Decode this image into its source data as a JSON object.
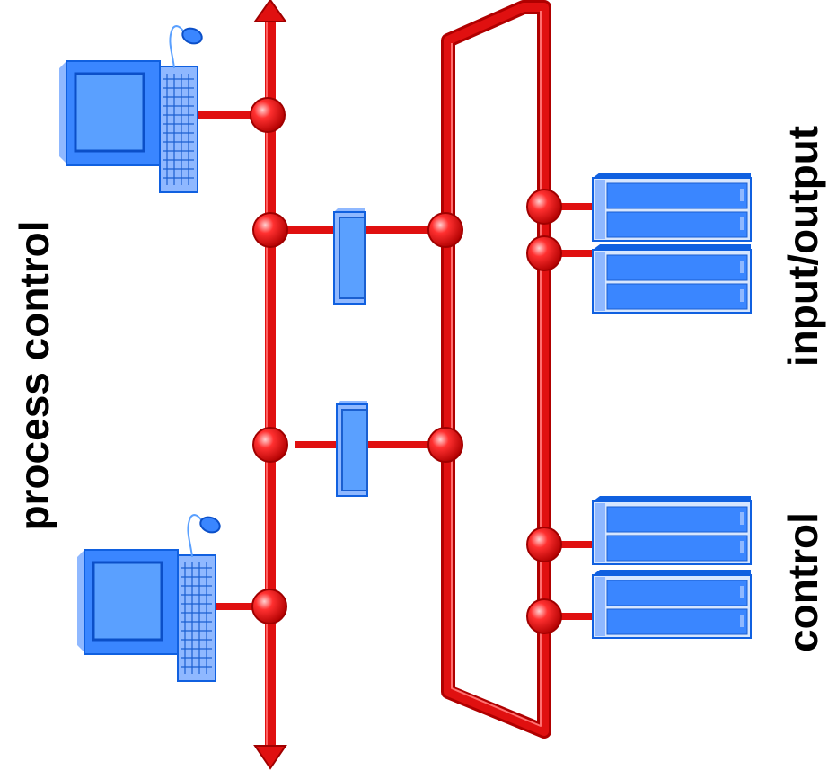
{
  "labels": {
    "left_vertical": "process control",
    "right_top_vertical": "input/output",
    "right_bottom_vertical": "control"
  },
  "colors": {
    "bus_red": "#e01010",
    "bus_dark": "#a00000",
    "device_blue": "#3a86ff",
    "device_light": "#8fb8ff",
    "device_dark": "#1060e0"
  },
  "icons": {
    "workstation": "computer-workstation-icon",
    "bridge": "network-bridge-icon",
    "rack": "rack-server-icon",
    "node": "bus-connection-node-icon"
  }
}
